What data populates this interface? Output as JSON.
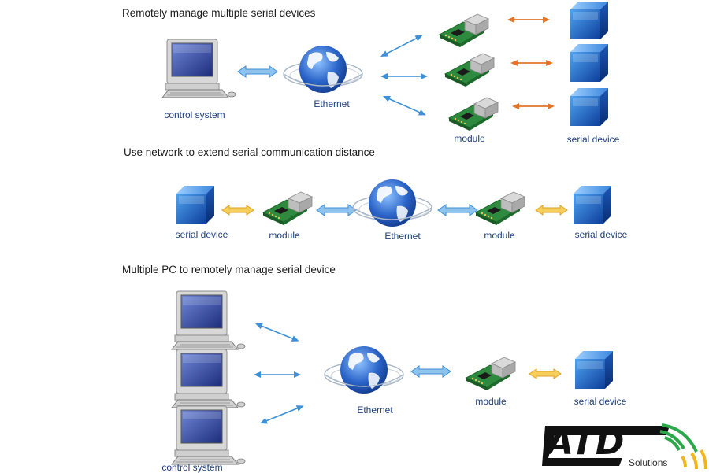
{
  "headings": {
    "h1": "Remotely manage multiple serial devices",
    "h2": "Use network to extend serial communication distance",
    "h3": "Multiple PC to remotely manage serial device"
  },
  "labels": {
    "control_system": "control system",
    "ethernet": "Ethernet",
    "module": "module",
    "serial_device": "serial device"
  },
  "logo": {
    "text": "ATD",
    "sub": "Solutions"
  },
  "colors": {
    "arrow_blue": "#3d8fd6",
    "arrow_orange": "#e0762c",
    "arrow_yellow": "#f0b030",
    "label_blue": "#1f3f7a",
    "cube_blue": "#1a5fc8",
    "pcb_green": "#2d8a3e",
    "logo_green": "#2aa84a",
    "logo_yellow": "#f2b51c"
  },
  "icons": [
    "monitor-pc-icon",
    "globe-icon",
    "serial-module-icon",
    "serial-device-cube-icon",
    "double-arrow-icon",
    "atd-logo-icon"
  ]
}
